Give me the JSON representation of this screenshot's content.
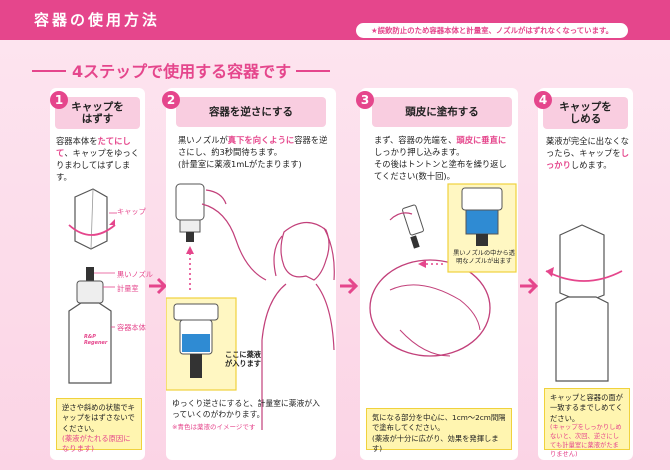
{
  "header": {
    "title": "容器の使用方法"
  },
  "notice": {
    "text": "★誤飲防止のため容器本体と計量室、ノズルがはずれなくなっています。"
  },
  "subtitle": {
    "text": "4ステップで使用する容器です"
  },
  "step1": {
    "number": "1",
    "title_line1": "キャップを",
    "title_line2": "はずす",
    "desc_a": "容器本体を",
    "desc_em": "たてにして",
    "desc_b": "、キャップをゆっくりまわしてはずします。",
    "label_cap": "キャップ",
    "label_nozzle": "黒いノズル",
    "label_chamber": "計量室",
    "label_body": "容器本体",
    "bottle_brand1": "R&P",
    "bottle_brand2": "Regener",
    "note_main": "逆さや斜めの状態でキャップをはずさないでください。",
    "note_small": "(薬液がたれる原因になります)"
  },
  "step2": {
    "number": "2",
    "title": "容器を逆さにする",
    "desc_a": "黒いノズルが",
    "desc_em": "真下を向くように",
    "desc_b": "容器を逆さにし、約3秒間待ちます。",
    "desc_c": "(計量室に薬液1mLがたまります)",
    "callout": "ここに薬液が入ります",
    "note_main": "ゆっくり逆さにすると、計量室に薬液が入っていくのがわかります。",
    "note_small": "※青色は薬液のイメージです"
  },
  "step3": {
    "number": "3",
    "title": "頭皮に塗布する",
    "desc_a": "まず、容器の先端を、",
    "desc_em": "頭皮に垂直に",
    "desc_b": "しっかり押し込みます。",
    "desc_c": "その後はトントンと塗布を繰り返してください(数十回)。",
    "inset_label": "黒いノズルの中から透明なノズルが出ます",
    "note_main": "気になる部分を中心に、1cm〜2cm間隔で塗布してください。",
    "note_small": "(薬液が十分に広がり、効果を発揮します)"
  },
  "step4": {
    "number": "4",
    "title_line1": "キャップを",
    "title_line2": "しめる",
    "desc_a": "薬液が完全に出なくなったら、キャップを",
    "desc_em": "しっかり",
    "desc_b": "しめます。",
    "note_main": "キャップと容器の面が一致するまでしめてください。",
    "note_small": "(キャップをしっかりしめないと、次回、逆さにしても計量室に薬液がたまりません)"
  },
  "colors": {
    "accent": "#e5468c",
    "tab": "#f9cde0",
    "note_bg": "#fff5b0",
    "liquid": "#2f8bd3"
  }
}
